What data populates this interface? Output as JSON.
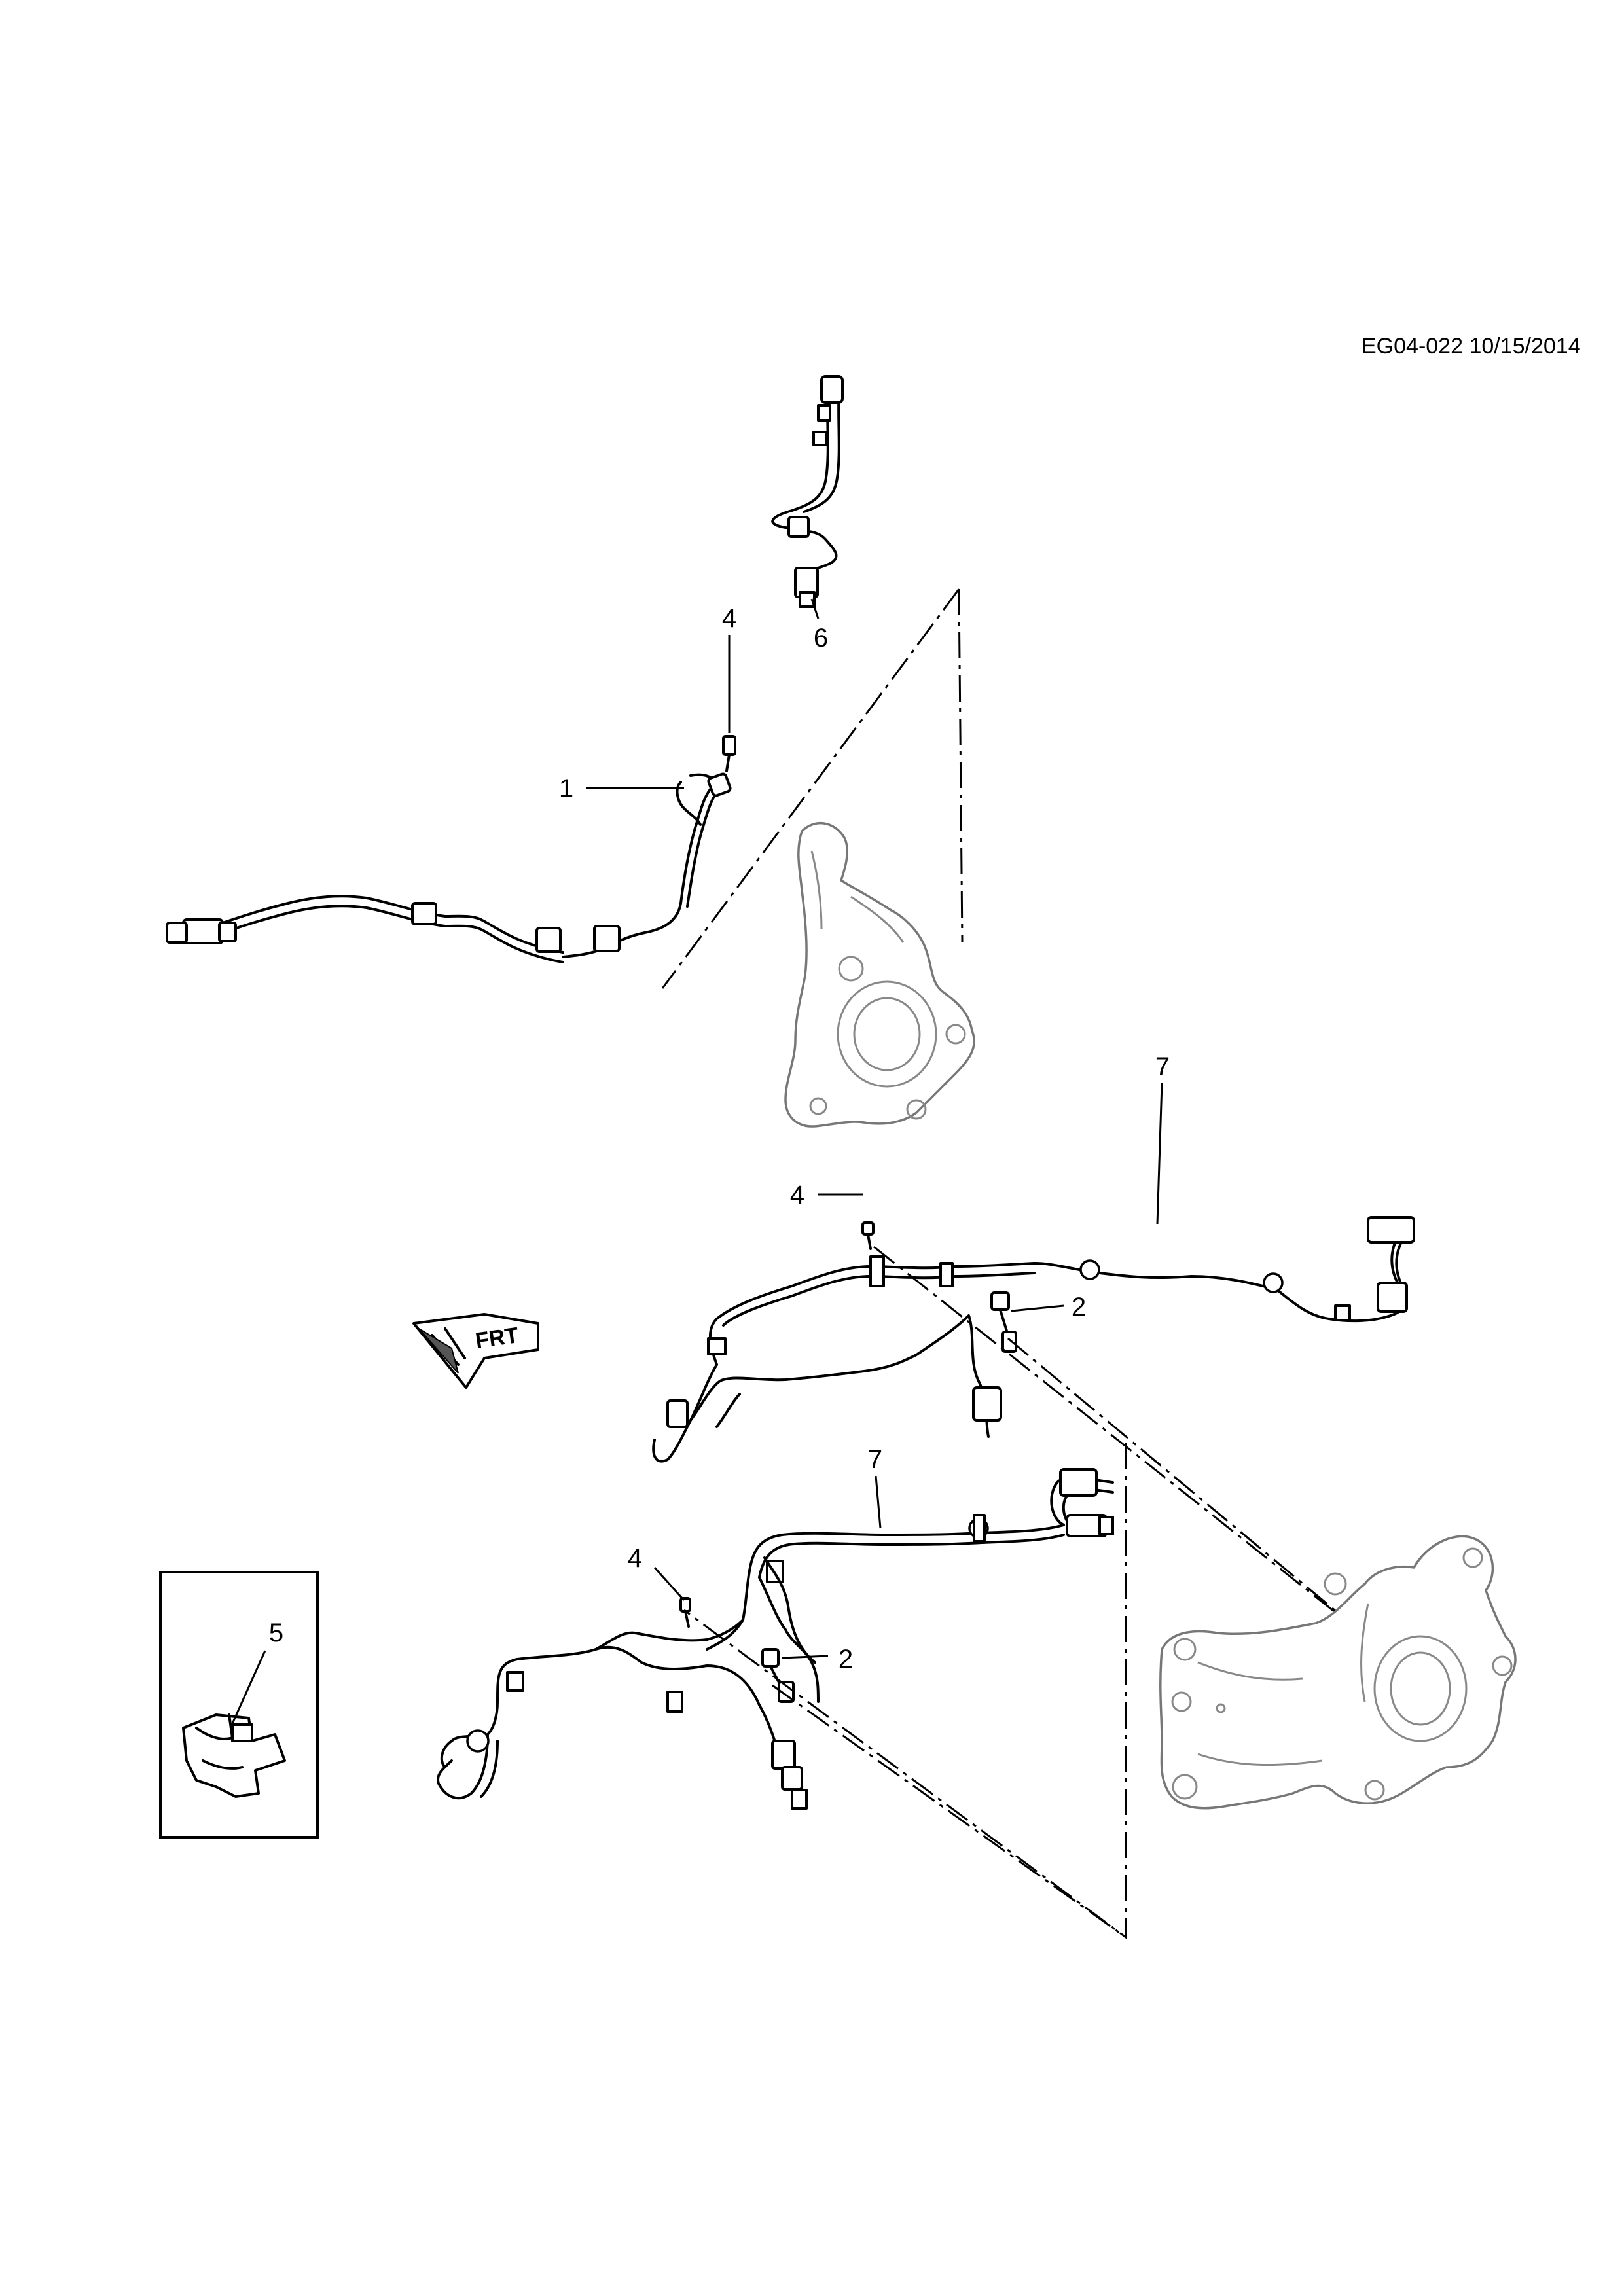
{
  "header": {
    "reference_code": "EG04-022 10/15/2014"
  },
  "callouts": [
    {
      "id": "c-1",
      "label": "1"
    },
    {
      "id": "c-4a",
      "label": "4"
    },
    {
      "id": "c-6",
      "label": "6"
    },
    {
      "id": "c-7a",
      "label": "7"
    },
    {
      "id": "c-4b",
      "label": "4"
    },
    {
      "id": "c-2a",
      "label": "2"
    },
    {
      "id": "c-7b",
      "label": "7"
    },
    {
      "id": "c-4c",
      "label": "4"
    },
    {
      "id": "c-2b",
      "label": "2"
    },
    {
      "id": "c-5",
      "label": "5"
    }
  ],
  "icons": {
    "front_arrow": "front-direction-arrow-icon"
  }
}
